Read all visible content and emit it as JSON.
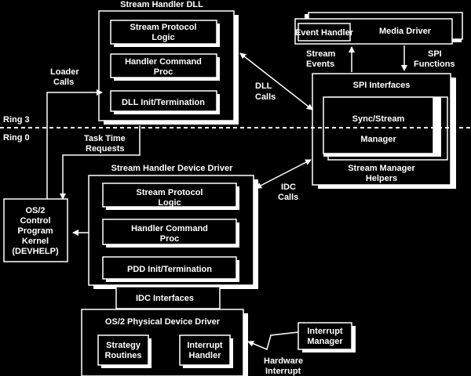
{
  "dll": {
    "title": "Stream Handler DLL",
    "modules": [
      {
        "line1": "Stream Protocol",
        "line2": "Logic"
      },
      {
        "line1": "Handler Command",
        "line2": "Proc"
      },
      {
        "line1": "DLL Init/Termination",
        "line2": ""
      }
    ]
  },
  "media": {
    "event_handler": "Event Handler",
    "media_driver": "Media Driver"
  },
  "spi": {
    "title": "SPI Interfaces",
    "sync_line1": "Sync/Stream",
    "sync_line2": "Manager",
    "helpers_line1": "Stream Manager",
    "helpers_line2": "Helpers"
  },
  "labels": {
    "stream_events_1": "Stream",
    "stream_events_2": "Events",
    "spi_functions_1": "SPI",
    "spi_functions_2": "Functions",
    "loader_calls_1": "Loader",
    "loader_calls_2": "Calls",
    "dll_calls_1": "DLL",
    "dll_calls_2": "Calls",
    "ring3": "Ring 3",
    "ring0": "Ring 0",
    "task_time_1": "Task Time",
    "task_time_2": "Requests",
    "idc_calls_1": "IDC",
    "idc_calls_2": "Calls",
    "hw_interrupt_1": "Hardware",
    "hw_interrupt_2": "Interrupt"
  },
  "kernel": {
    "lines": [
      "OS/2",
      "Control",
      "Program",
      "Kernel",
      "(DEVHELP)"
    ]
  },
  "sdd": {
    "title": "Stream Handler Device Driver",
    "modules": [
      {
        "line1": "Stream Protocol",
        "line2": "Logic"
      },
      {
        "line1": "Handler Command",
        "line2": "Proc"
      },
      {
        "line1": "PDD Init/Termination",
        "line2": ""
      }
    ],
    "idc_interfaces": "IDC Interfaces"
  },
  "pdd": {
    "title": "OS/2 Physical Device Driver",
    "strategy_1": "Strategy",
    "strategy_2": "Routines",
    "interrupt_1": "Interrupt",
    "interrupt_2": "Handler"
  },
  "interrupt_manager": {
    "line1": "Interrupt",
    "line2": "Manager"
  },
  "colors": {
    "background": "#000000",
    "foreground": "#ffffff"
  }
}
